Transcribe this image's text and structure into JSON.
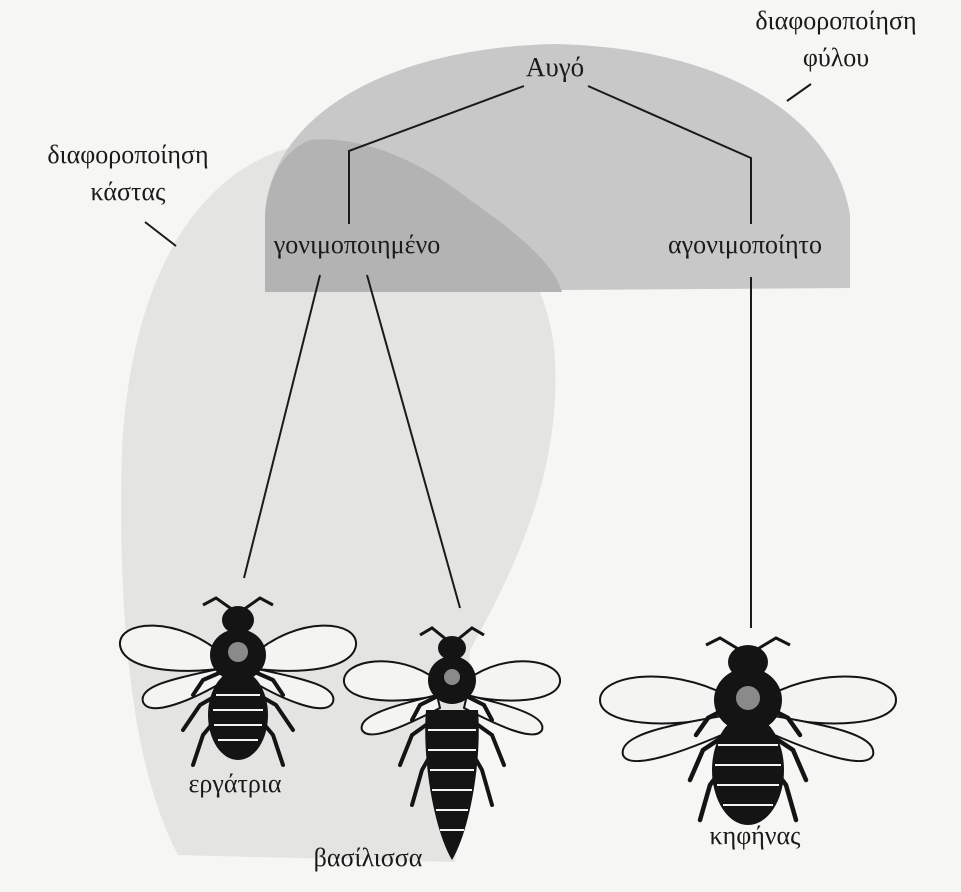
{
  "labels": {
    "egg": "Αυγό",
    "sex_differentiation": [
      "διαφοροποίηση",
      "φύλου"
    ],
    "caste_differentiation": [
      "διαφοροποίηση",
      "κάστας"
    ],
    "fertilized": "γονιμοποιημένο",
    "unfertilized": "αγονιμοποίητο",
    "worker": "εργάτρια",
    "queen": "βασίλισσα",
    "drone": "κηφήνας"
  },
  "colors": {
    "background": "#f6f6f4",
    "sex_region": "#c8c8c8",
    "caste_region": "#e4e4e2",
    "overlap_region": "#b3b3b3",
    "line": "#1a1a1a",
    "bee_dark": "#141414",
    "wing_fill": "#f4f4f2"
  }
}
